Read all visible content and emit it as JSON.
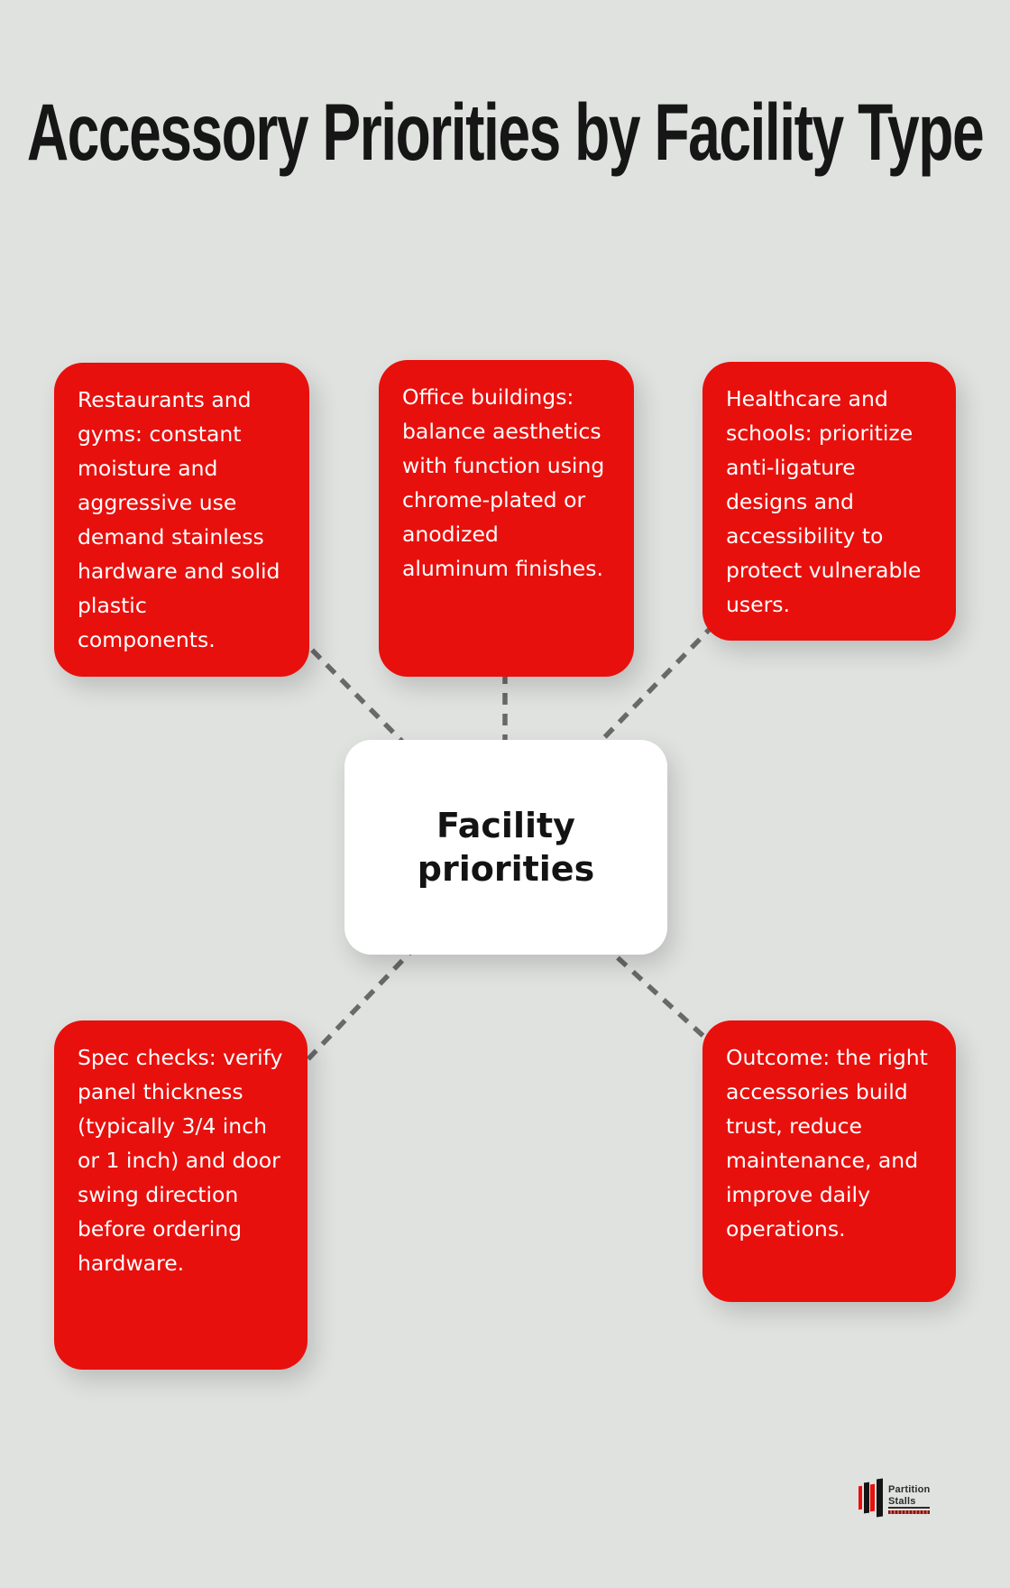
{
  "title": "Accessory Priorities by Facility Type",
  "center": {
    "label": "Facility priorities"
  },
  "nodes": {
    "restaurants": {
      "text": "Restaurants and gyms: constant moisture and aggressive use demand stainless hardware and solid plastic components."
    },
    "office": {
      "text": "Office buildings: balance aesthetics with function using chrome-plated or anodized aluminum finishes."
    },
    "healthcare": {
      "text": "Healthcare and schools: prioritize anti-ligature designs and accessibility to protect vulnerable users."
    },
    "spec": {
      "text": "Spec checks: verify panel thickness (typically 3/4 inch or 1 inch) and door swing direction before ordering hardware."
    },
    "outcome": {
      "text": "Outcome: the right accessories build trust, reduce maintenance, and improve daily operations."
    }
  },
  "logo": {
    "line1": "Partition",
    "line2": "Stalls"
  },
  "colors": {
    "background": "#e0e2e0",
    "node_background": "#e8100d",
    "node_text": "#ffffff",
    "center_background": "#ffffff",
    "center_text": "#131313",
    "connector": "#696969",
    "title_text": "#161616"
  }
}
